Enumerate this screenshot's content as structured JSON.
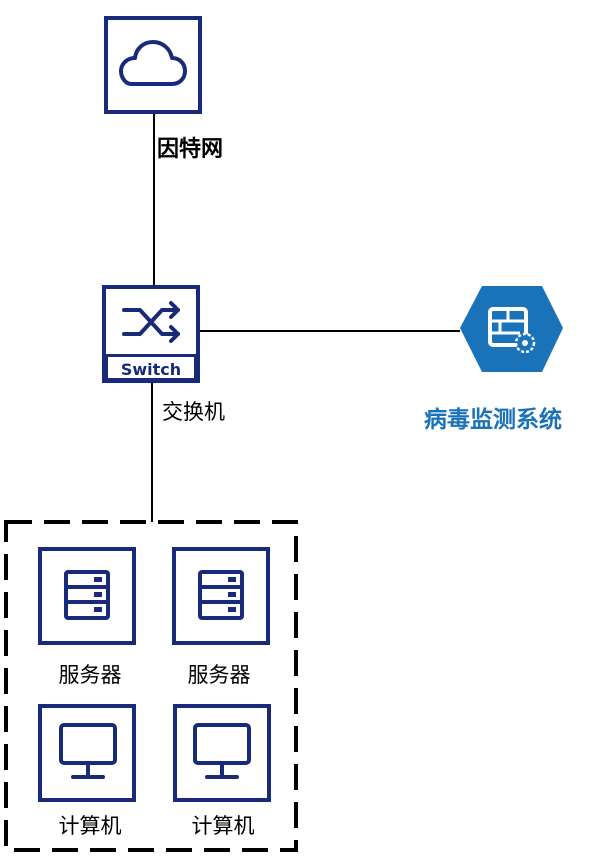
{
  "colors": {
    "navy": "#1a2a7a",
    "accent_blue": "#1a72b8",
    "line": "#000000"
  },
  "nodes": {
    "internet": {
      "icon": "cloud-icon",
      "label": "因特网"
    },
    "switch": {
      "icon": "switch-icon",
      "badge": "Switch",
      "label": "交换机"
    },
    "virus_monitor": {
      "icon": "firewall-gear-icon",
      "label": "病毒监测系统"
    },
    "server_1": {
      "icon": "server-icon",
      "label": "服务器"
    },
    "server_2": {
      "icon": "server-icon",
      "label": "服务器"
    },
    "computer_1": {
      "icon": "monitor-icon",
      "label": "计算机"
    },
    "computer_2": {
      "icon": "monitor-icon",
      "label": "计算机"
    }
  }
}
